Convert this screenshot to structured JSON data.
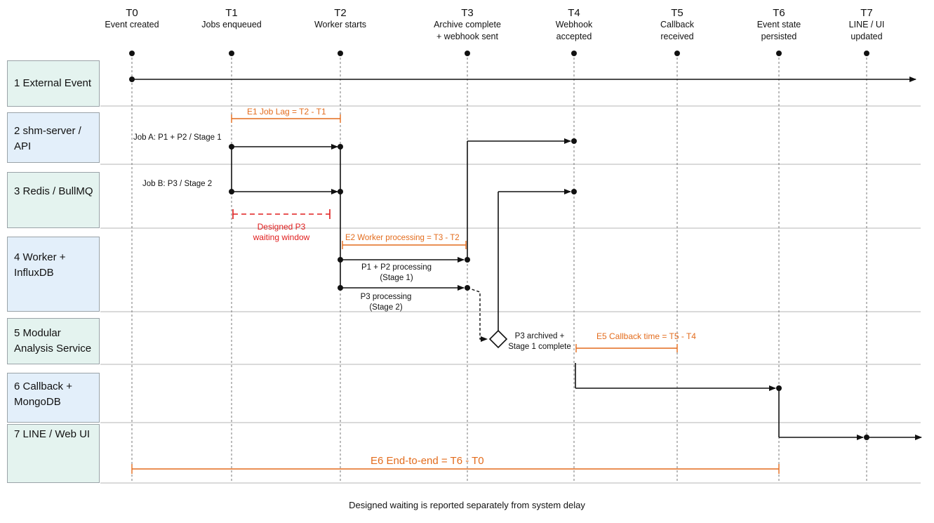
{
  "milestones": [
    {
      "id": "T0",
      "label_lines": [
        "Event created"
      ]
    },
    {
      "id": "T1",
      "label_lines": [
        "Jobs enqueued"
      ]
    },
    {
      "id": "T2",
      "label_lines": [
        "Worker starts"
      ]
    },
    {
      "id": "T3",
      "label_lines": [
        "Archive complete",
        "+ webhook sent"
      ]
    },
    {
      "id": "T4",
      "label_lines": [
        "Webhook",
        "accepted"
      ]
    },
    {
      "id": "T5",
      "label_lines": [
        "Callback",
        "received"
      ]
    },
    {
      "id": "T6",
      "label_lines": [
        "Event state",
        "persisted"
      ]
    },
    {
      "id": "T7",
      "label_lines": [
        "LINE / UI",
        "updated"
      ]
    }
  ],
  "lanes": [
    {
      "label": "1 External Event",
      "color": "#e4f3ef"
    },
    {
      "label": "2 shm-server / API",
      "color": "#e3effa"
    },
    {
      "label": "3 Redis / BullMQ",
      "color": "#e4f3ef"
    },
    {
      "label": "4 Worker + InfluxDB",
      "color": "#e3effa"
    },
    {
      "label": "5 Modular Analysis Service",
      "color": "#e4f3ef"
    },
    {
      "label": "6 Callback + MongoDB",
      "color": "#e3effa"
    },
    {
      "label": "7 LINE / Web UI",
      "color": "#e4f3ef"
    }
  ],
  "annotations": {
    "job_a": "Job A:  P1 + P2 / Stage 1",
    "job_b": "Job B:  P3 / Stage 2",
    "designed_wait": [
      "Designed P3",
      "waiting window"
    ],
    "p1p2_processing": [
      "P1 + P2 processing",
      "(Stage 1)"
    ],
    "p3_processing": [
      "P3 processing",
      "(Stage 2)"
    ],
    "p3_archived": [
      "P3 archived +",
      "Stage 1 complete"
    ]
  },
  "intervals": {
    "e1": "E1 Job Lag = T2 - T1",
    "e2": "E2  Worker processing = T3 - T2",
    "e5": "E5  Callback time = T5 - T4",
    "e6": "E6  End-to-end = T6 - T0"
  },
  "colors": {
    "interval": "#e36c1d",
    "designed_wait": "#e01e1e",
    "lane_teal": "#e4f3ef",
    "lane_blue": "#e3effa",
    "arrow": "#111111",
    "guide": "#777777"
  },
  "footer": "Designed waiting is reported separately from system delay"
}
